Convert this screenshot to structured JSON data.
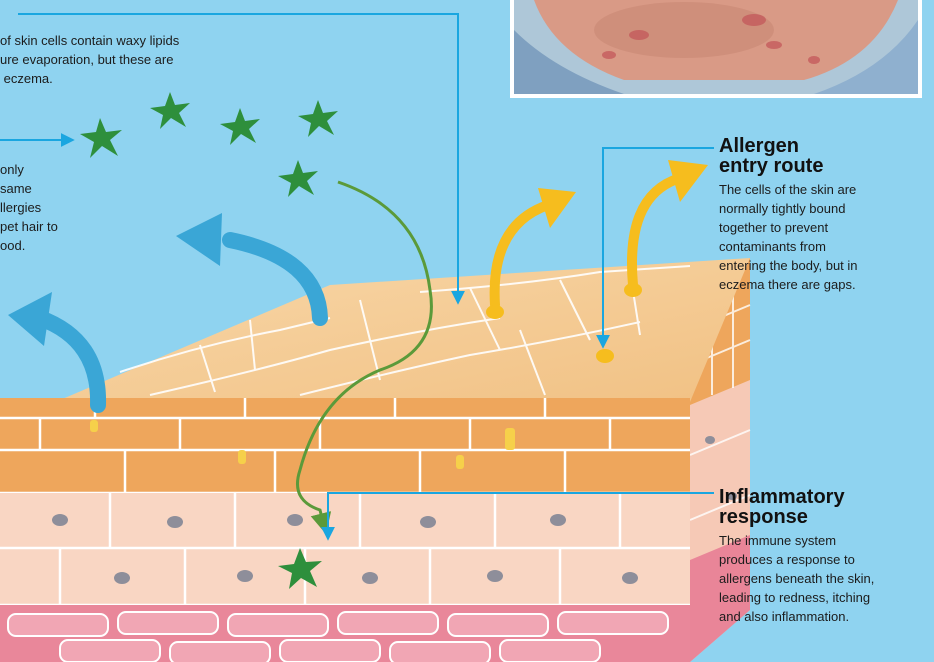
{
  "annotations": {
    "lipids": {
      "lines": [
        "of skin cells contain waxy lipids",
        "ure evaporation, but these are",
        " eczema."
      ]
    },
    "allergens": {
      "lines": [
        "only",
        "same",
        "llergies",
        "pet hair to",
        "ood."
      ]
    },
    "allergen_entry": {
      "heading_lines": [
        "Allergen",
        "entry route"
      ],
      "body_lines": [
        "The cells of the skin are",
        "normally tightly bound",
        "together to prevent",
        "contaminants from",
        "entering the body, but in",
        "eczema there are gaps."
      ]
    },
    "inflammatory": {
      "heading_lines": [
        "Inflammatory",
        "response"
      ],
      "body_lines": [
        "The immune system",
        "produces a response to",
        "allergens beneath the skin,",
        "leading to redness, itching",
        "and also inflammation."
      ]
    }
  },
  "colors": {
    "background": "#8fd3f0",
    "pointer_line": "#1aa6e0",
    "moisture_arrow": "#3aa6d6",
    "allergen_arrow": "#f6bd1e",
    "allergen_star": "#2e8f3c",
    "allergen_path": "#5b9a3a",
    "stratum_top": "#f6d0a0",
    "stratum_brick": "#eea65c",
    "cell_layer": "#f9d6c3",
    "deep_layer": "#e9879a",
    "nucleus": "#8e8e9a"
  }
}
